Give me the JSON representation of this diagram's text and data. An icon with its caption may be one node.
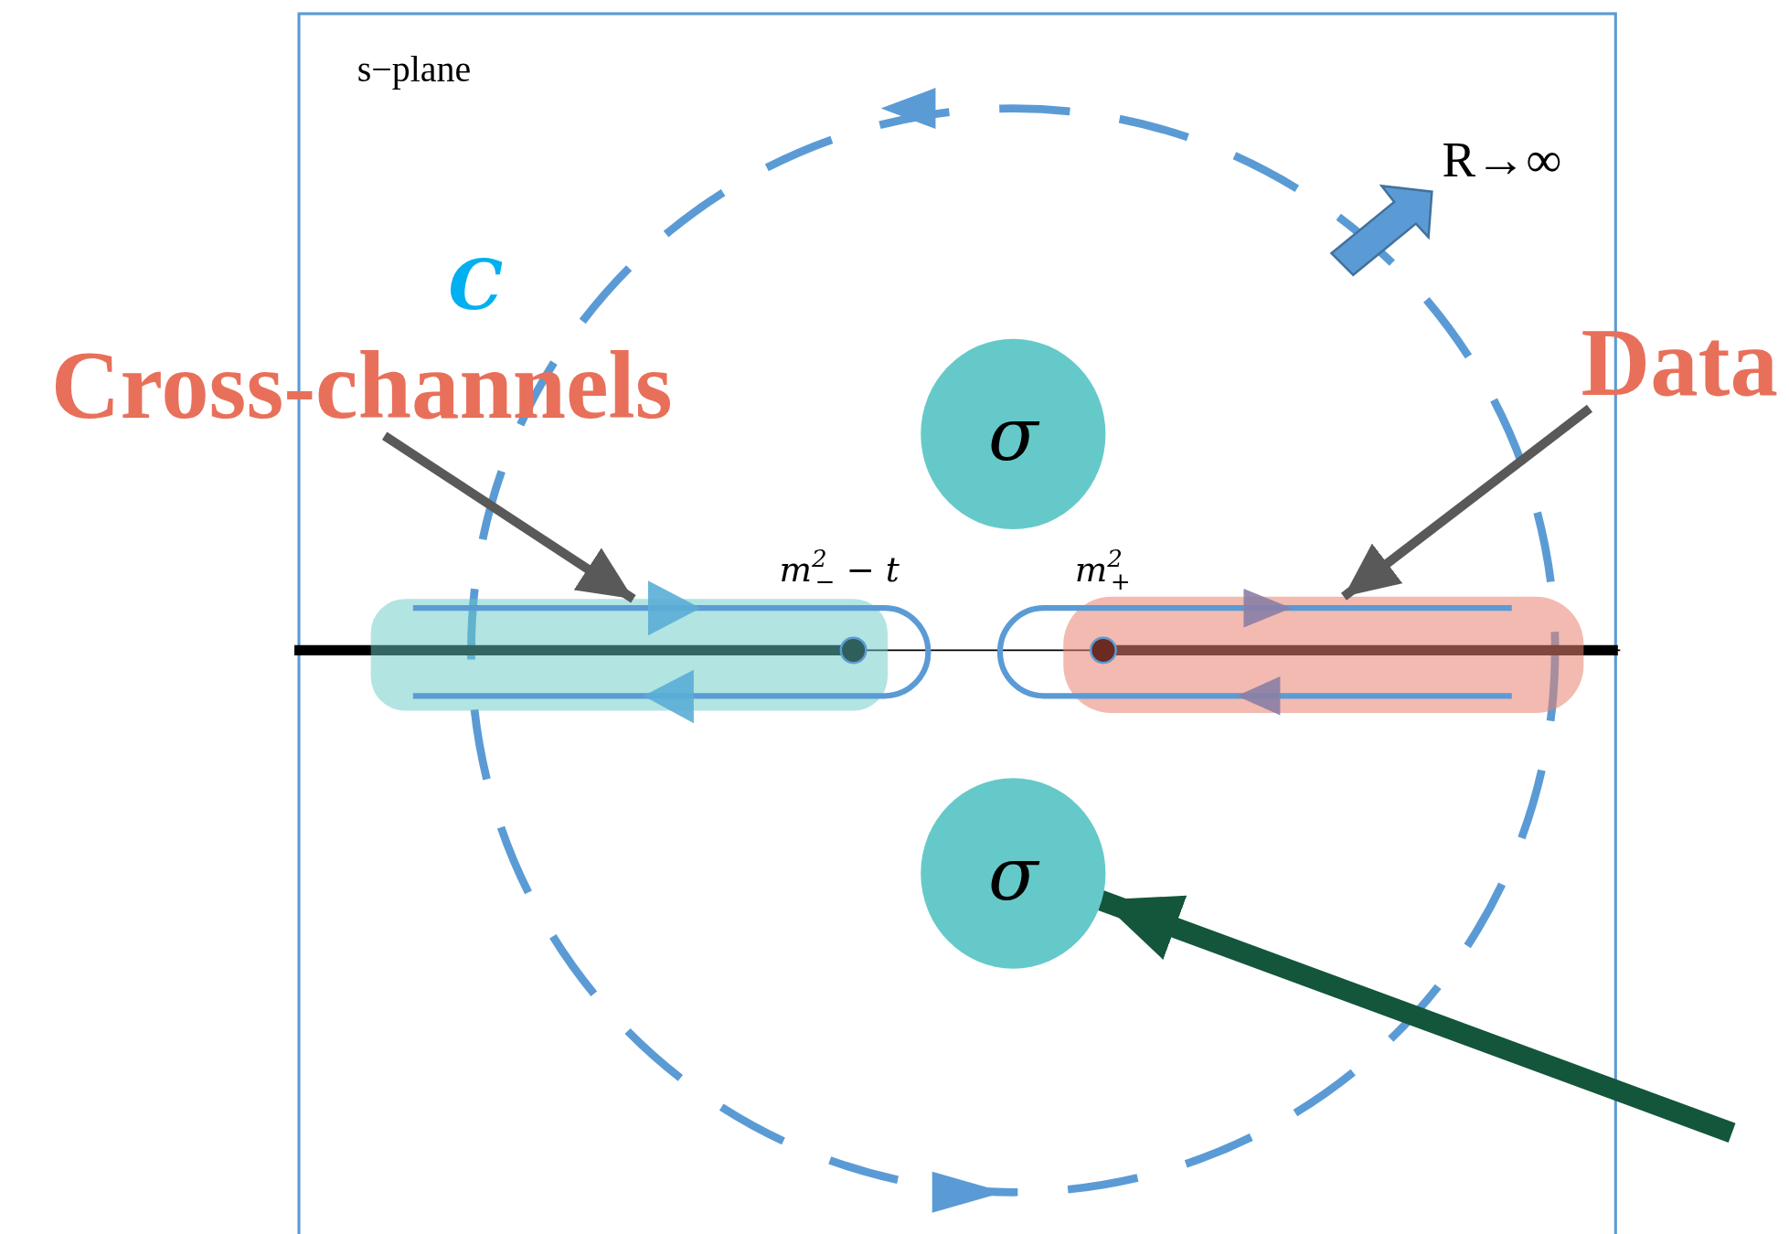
{
  "diagram": {
    "nodes": [
      {
        "text": [
          "Cross-channels"
        ]
      },
      {
        "text": [
          "Data"
        ]
      },
      {
        "text": [
          "σ"
        ]
      },
      {
        "text": [],
        "shape": "box"
      },
      {
        "text": [],
        "shape": "box"
      },
      {
        "text": [
          "σ"
        ]
      }
    ],
    "edges": [
      {
        "from": 0,
        "to": 3,
        "arrow": "to"
      },
      {
        "from": 1,
        "to": 4,
        "arrow": "to"
      },
      {
        "from": null,
        "to": 5,
        "arrow": "to",
        "style": "thick",
        "color": "#13563b"
      }
    ],
    "labels": [
      "s−plane",
      "R→∞",
      "C",
      "m$^{2}$$_{−}$ − t",
      "m$^{2}$$_{+}$"
    ]
  }
}
